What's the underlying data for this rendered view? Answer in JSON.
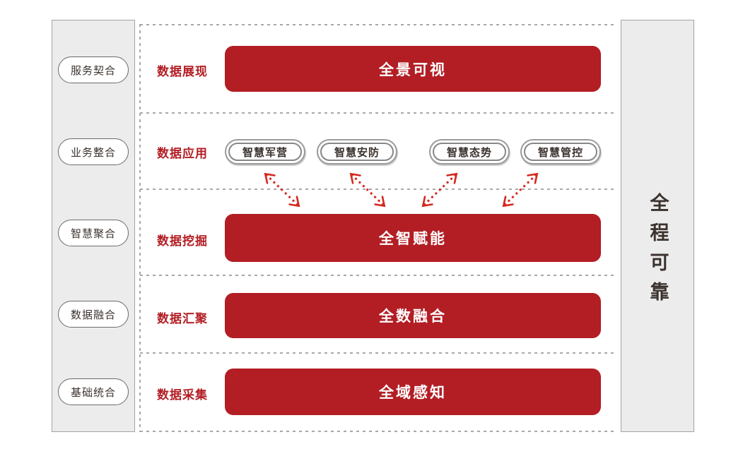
{
  "left_sidebar": {
    "items": [
      "服务契合",
      "业务整合",
      "智慧聚合",
      "数据融合",
      "基础统合"
    ]
  },
  "right_sidebar": {
    "label": "全程可靠"
  },
  "rows": [
    {
      "label": "数据展现",
      "bar": "全景可视"
    },
    {
      "label": "数据应用",
      "pills": [
        "智慧军营",
        "智慧安防",
        "智慧态势",
        "智慧管控"
      ]
    },
    {
      "label": "数据挖掘",
      "bar": "全智赋能"
    },
    {
      "label": "数据汇聚",
      "bar": "全数融合"
    },
    {
      "label": "数据采集",
      "bar": "全域感知"
    }
  ],
  "colors": {
    "primary_red": "#b21e24",
    "arrow_red": "#d3291e",
    "sidebar_bg": "#ececec",
    "sidebar_border": "#a3a3a3",
    "dark_text": "#3b322e",
    "dotted_gray": "#a8a8a8"
  }
}
